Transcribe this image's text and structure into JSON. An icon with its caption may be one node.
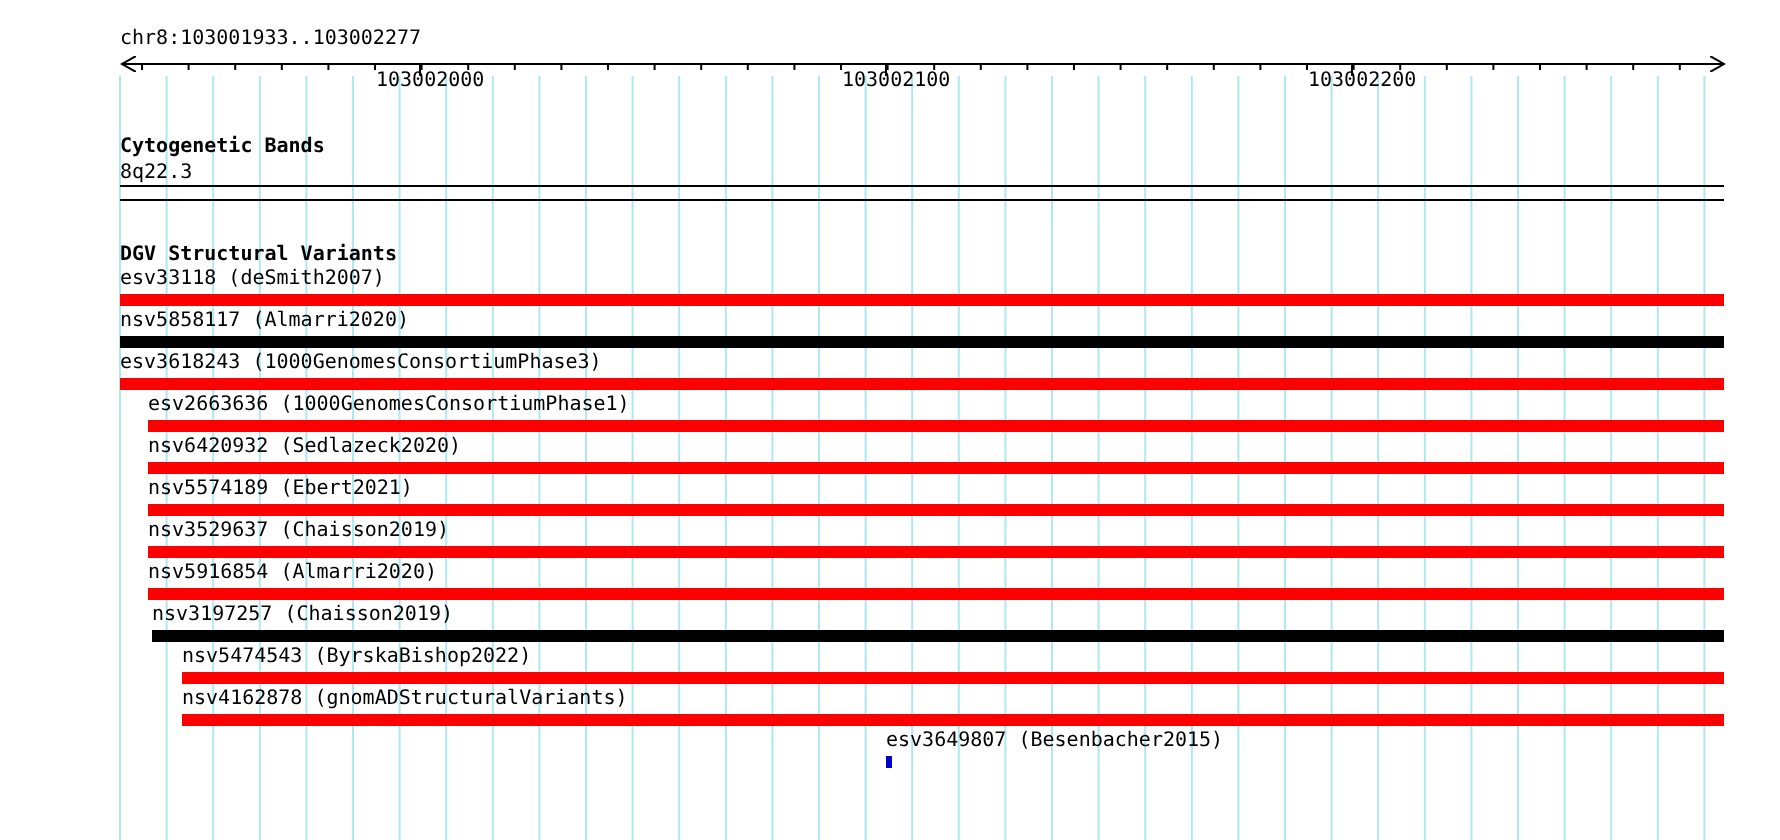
{
  "diagram": {
    "labels": [
      "chr8:103001933..103002277",
      "103002000",
      "103002100",
      "103002200",
      "Cytogenetic Bands",
      "8q22.3",
      "DGV Structural Variants",
      "esv33118 (deSmith2007)",
      "nsv5858117 (Almarri2020)",
      "esv3618243 (1000GenomesConsortiumPhase3)",
      "esv2663636 (1000GenomesConsortiumPhase1)",
      "nsv6420932 (Sedlazeck2020)",
      "nsv5574189 (Ebert2021)",
      "nsv3529637 (Chaisson2019)",
      "nsv5916854 (Almarri2020)",
      "nsv3197257 (Chaisson2019)",
      "nsv5474543 (ByrskaBishop2022)",
      "nsv4162878 (gnomADStructuralVariants)",
      "esv3649807 (Besenbacher2015)"
    ]
  }
}
